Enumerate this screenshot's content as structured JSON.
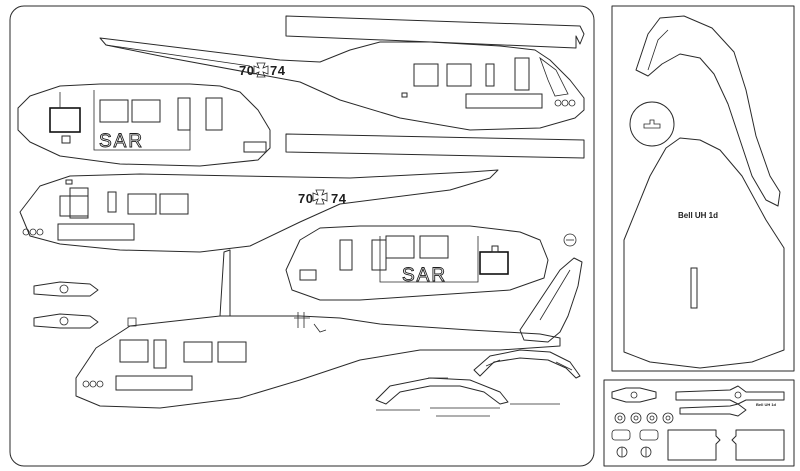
{
  "sheet": {
    "registration_1": "70",
    "registration_2": "74",
    "rescue_marking": "SAR",
    "model_label": "Bell UH 1d"
  }
}
